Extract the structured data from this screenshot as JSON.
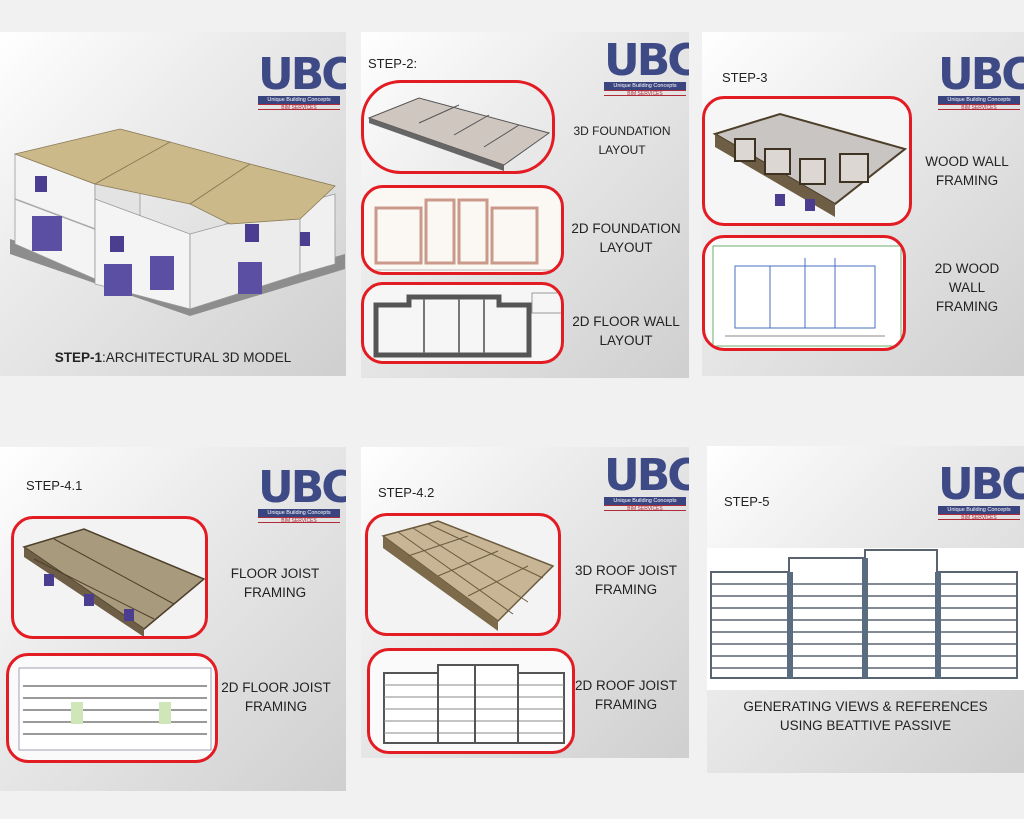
{
  "logo": {
    "mark": "UBC",
    "tagline": "Unique Building Concepts",
    "subline": "BIM SERVICES"
  },
  "panel1": {
    "caption_bold": "STEP-1",
    "caption_rest": ":ARCHITECTURAL 3D MODEL"
  },
  "panel2": {
    "step": "STEP-2:",
    "caption1": "3D FOUNDATION\nLAYOUT",
    "caption2": "2D FOUNDATION\nLAYOUT",
    "caption3": "2D FLOOR WALL\nLAYOUT"
  },
  "panel3": {
    "step": "STEP-3",
    "caption1": "WOOD WALL\nFRAMING",
    "caption2": "2D WOOD\nWALL\nFRAMING"
  },
  "panel4": {
    "step": "STEP-4.1",
    "caption1": "FLOOR JOIST\nFRAMING",
    "caption2": "2D FLOOR JOIST\nFRAMING"
  },
  "panel5": {
    "step": "STEP-4.2",
    "caption1": "3D ROOF JOIST\nFRAMING",
    "caption2": "2D ROOF JOIST\nFRAMING"
  },
  "panel6": {
    "step": "STEP-5",
    "caption": "GENERATING VIEWS & REFERENCES\nUSING BEATTIVE PASSIVE"
  },
  "colors": {
    "frame": "#e31b23",
    "logo": "#3e4a86",
    "roof": "#cbb98a",
    "wall": "#f7f7f7",
    "framing": "#7a6a4a"
  }
}
